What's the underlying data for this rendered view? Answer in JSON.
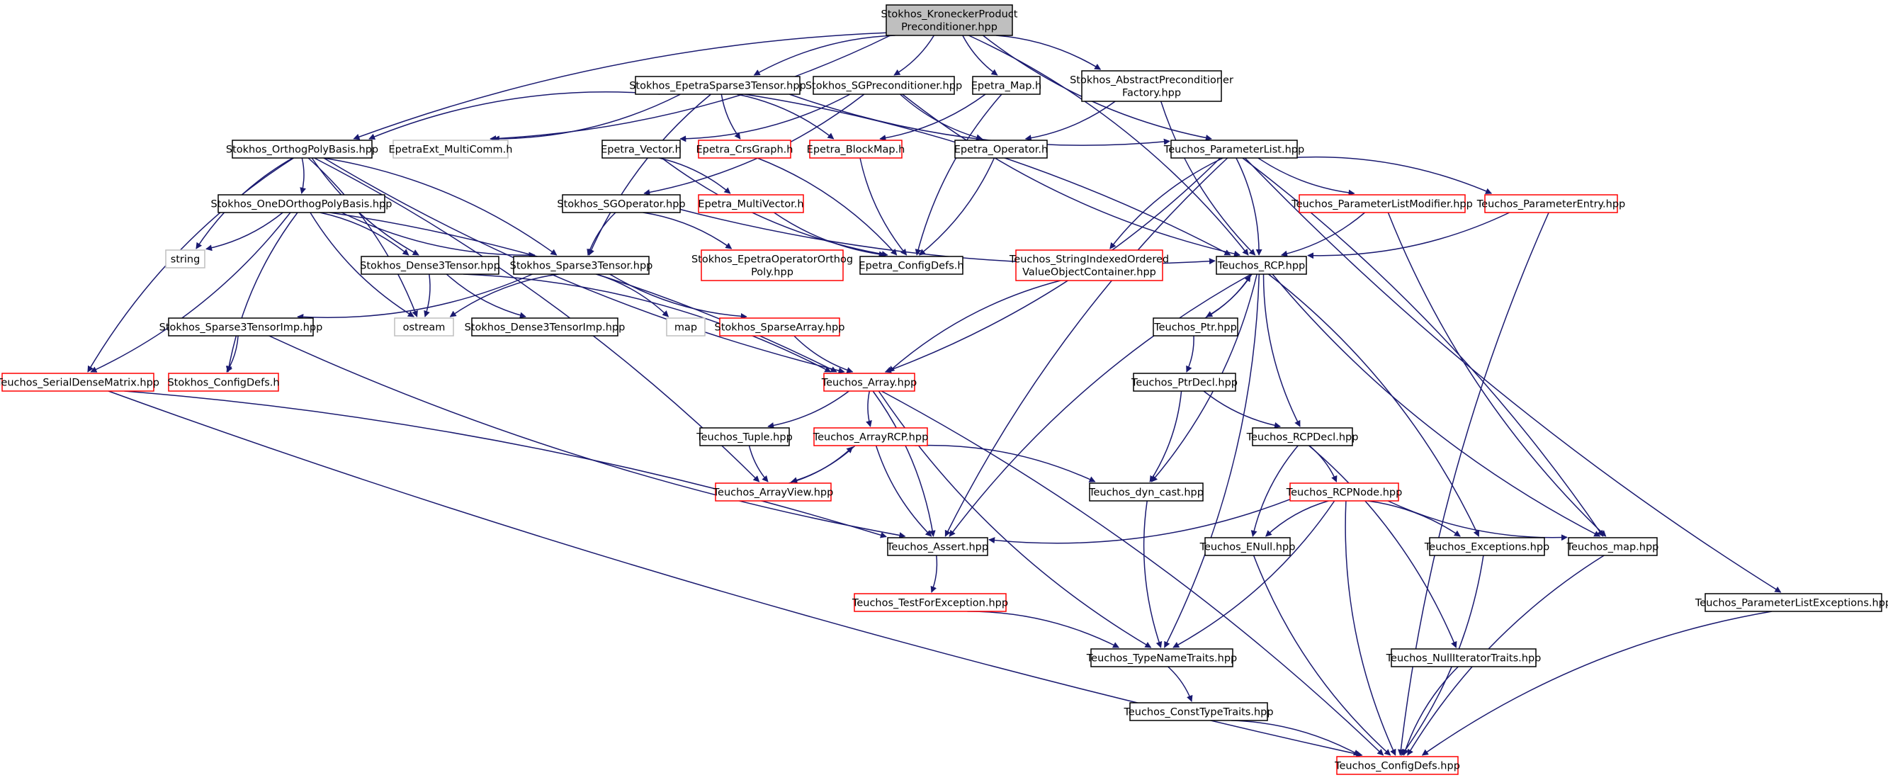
{
  "graph": {
    "root": "Stokhos_KroneckerProductPreconditioner.hpp",
    "nodes": [
      {
        "id": "root",
        "lines": [
          "Stokhos_KroneckerProduct",
          "Preconditioner.hpp"
        ],
        "style": "root"
      },
      {
        "id": "epetrasparse3",
        "lines": [
          "Stokhos_EpetraSparse3Tensor.hpp"
        ],
        "style": "black"
      },
      {
        "id": "sgprecond",
        "lines": [
          "Stokhos_SGPreconditioner.hpp"
        ],
        "style": "black"
      },
      {
        "id": "epetramap",
        "lines": [
          "Epetra_Map.h"
        ],
        "style": "black"
      },
      {
        "id": "abstractprecond",
        "lines": [
          "Stokhos_AbstractPreconditioner",
          "Factory.hpp"
        ],
        "style": "black"
      },
      {
        "id": "orthopoly",
        "lines": [
          "Stokhos_OrthogPolyBasis.hpp"
        ],
        "style": "black"
      },
      {
        "id": "multicomm",
        "lines": [
          "EpetraExt_MultiComm.h"
        ],
        "style": "gray"
      },
      {
        "id": "epetravector",
        "lines": [
          "Epetra_Vector.h"
        ],
        "style": "black"
      },
      {
        "id": "crsgraph",
        "lines": [
          "Epetra_CrsGraph.h"
        ],
        "style": "red"
      },
      {
        "id": "blockmap",
        "lines": [
          "Epetra_BlockMap.h"
        ],
        "style": "red"
      },
      {
        "id": "epetraop",
        "lines": [
          "Epetra_Operator.h"
        ],
        "style": "black"
      },
      {
        "id": "paramlist",
        "lines": [
          "Teuchos_ParameterList.hpp"
        ],
        "style": "black"
      },
      {
        "id": "oned",
        "lines": [
          "Stokhos_OneDOrthogPolyBasis.hpp"
        ],
        "style": "black"
      },
      {
        "id": "sgoperator",
        "lines": [
          "Stokhos_SGOperator.hpp"
        ],
        "style": "black"
      },
      {
        "id": "multivector",
        "lines": [
          "Epetra_MultiVector.h"
        ],
        "style": "red"
      },
      {
        "id": "plmodifier",
        "lines": [
          "Teuchos_ParameterListModifier.hpp"
        ],
        "style": "red"
      },
      {
        "id": "paramentry",
        "lines": [
          "Teuchos_ParameterEntry.hpp"
        ],
        "style": "red"
      },
      {
        "id": "string",
        "lines": [
          "string"
        ],
        "style": "gray"
      },
      {
        "id": "dense3",
        "lines": [
          "Stokhos_Dense3Tensor.hpp"
        ],
        "style": "black"
      },
      {
        "id": "sparse3",
        "lines": [
          "Stokhos_Sparse3Tensor.hpp"
        ],
        "style": "black"
      },
      {
        "id": "epetraopop",
        "lines": [
          "Stokhos_EpetraOperatorOrthog",
          "Poly.hpp"
        ],
        "style": "red"
      },
      {
        "id": "configdefs_e",
        "lines": [
          "Epetra_ConfigDefs.h"
        ],
        "style": "black"
      },
      {
        "id": "stringidx",
        "lines": [
          "Teuchos_StringIndexedOrdered",
          "ValueObjectContainer.hpp"
        ],
        "style": "red"
      },
      {
        "id": "rcp",
        "lines": [
          "Teuchos_RCP.hpp"
        ],
        "style": "black"
      },
      {
        "id": "ostream",
        "lines": [
          "ostream"
        ],
        "style": "gray"
      },
      {
        "id": "dense3imp",
        "lines": [
          "Stokhos_Dense3TensorImp.hpp"
        ],
        "style": "black"
      },
      {
        "id": "map",
        "lines": [
          "map"
        ],
        "style": "gray"
      },
      {
        "id": "sparsearray",
        "lines": [
          "Stokhos_SparseArray.hpp"
        ],
        "style": "red"
      },
      {
        "id": "ptr",
        "lines": [
          "Teuchos_Ptr.hpp"
        ],
        "style": "black"
      },
      {
        "id": "sparse3imp",
        "lines": [
          "Stokhos_Sparse3TensorImp.hpp"
        ],
        "style": "black"
      },
      {
        "id": "serialdense",
        "lines": [
          "Teuchos_SerialDenseMatrix.hpp"
        ],
        "style": "red"
      },
      {
        "id": "configdefs_s",
        "lines": [
          "Stokhos_ConfigDefs.h"
        ],
        "style": "red"
      },
      {
        "id": "array",
        "lines": [
          "Teuchos_Array.hpp"
        ],
        "style": "red"
      },
      {
        "id": "ptrdecl",
        "lines": [
          "Teuchos_PtrDecl.hpp"
        ],
        "style": "black"
      },
      {
        "id": "tuple",
        "lines": [
          "Teuchos_Tuple.hpp"
        ],
        "style": "black"
      },
      {
        "id": "arrayrcp",
        "lines": [
          "Teuchos_ArrayRCP.hpp"
        ],
        "style": "red"
      },
      {
        "id": "rcpdecl",
        "lines": [
          "Teuchos_RCPDecl.hpp"
        ],
        "style": "black"
      },
      {
        "id": "arrayview",
        "lines": [
          "Teuchos_ArrayView.hpp"
        ],
        "style": "red"
      },
      {
        "id": "dyncast",
        "lines": [
          "Teuchos_dyn_cast.hpp"
        ],
        "style": "black"
      },
      {
        "id": "rcpnode",
        "lines": [
          "Teuchos_RCPNode.hpp"
        ],
        "style": "red"
      },
      {
        "id": "assert",
        "lines": [
          "Teuchos_Assert.hpp"
        ],
        "style": "black"
      },
      {
        "id": "enull",
        "lines": [
          "Teuchos_ENull.hpp"
        ],
        "style": "black"
      },
      {
        "id": "exceptions",
        "lines": [
          "Teuchos_Exceptions.hpp"
        ],
        "style": "black"
      },
      {
        "id": "tmap",
        "lines": [
          "Teuchos_map.hpp"
        ],
        "style": "black"
      },
      {
        "id": "testforexc",
        "lines": [
          "Teuchos_TestForException.hpp"
        ],
        "style": "red"
      },
      {
        "id": "plexceptions",
        "lines": [
          "Teuchos_ParameterListExceptions.hpp"
        ],
        "style": "black"
      },
      {
        "id": "typename",
        "lines": [
          "Teuchos_TypeNameTraits.hpp"
        ],
        "style": "black"
      },
      {
        "id": "nulliter",
        "lines": [
          "Teuchos_NullIteratorTraits.hpp"
        ],
        "style": "black"
      },
      {
        "id": "consttype",
        "lines": [
          "Teuchos_ConstTypeTraits.hpp"
        ],
        "style": "black"
      },
      {
        "id": "configdefs_t",
        "lines": [
          "Teuchos_ConfigDefs.hpp"
        ],
        "style": "red"
      }
    ],
    "edges": [
      [
        "root",
        "orthopoly"
      ],
      [
        "root",
        "multicomm"
      ],
      [
        "root",
        "epetrasparse3"
      ],
      [
        "root",
        "sgprecond"
      ],
      [
        "root",
        "epetramap"
      ],
      [
        "root",
        "abstractprecond"
      ],
      [
        "root",
        "paramlist"
      ],
      [
        "root",
        "rcp"
      ],
      [
        "epetrasparse3",
        "orthopoly"
      ],
      [
        "epetrasparse3",
        "multicomm"
      ],
      [
        "epetrasparse3",
        "crsgraph"
      ],
      [
        "epetrasparse3",
        "blockmap"
      ],
      [
        "epetrasparse3",
        "sparse3"
      ],
      [
        "epetrasparse3",
        "rcp"
      ],
      [
        "epetrasparse3",
        "paramlist"
      ],
      [
        "sgprecond",
        "epetravector"
      ],
      [
        "sgprecond",
        "epetraop"
      ],
      [
        "sgprecond",
        "sgoperator"
      ],
      [
        "sgprecond",
        "rcp"
      ],
      [
        "epetramap",
        "blockmap"
      ],
      [
        "epetramap",
        "configdefs_e"
      ],
      [
        "abstractprecond",
        "epetraop"
      ],
      [
        "abstractprecond",
        "rcp"
      ],
      [
        "orthopoly",
        "oned"
      ],
      [
        "orthopoly",
        "string"
      ],
      [
        "orthopoly",
        "ostream"
      ],
      [
        "orthopoly",
        "dense3"
      ],
      [
        "orthopoly",
        "sparse3"
      ],
      [
        "orthopoly",
        "serialdense"
      ],
      [
        "orthopoly",
        "arrayview"
      ],
      [
        "orthopoly",
        "array"
      ],
      [
        "epetravector",
        "multivector"
      ],
      [
        "epetravector",
        "configdefs_e"
      ],
      [
        "crsgraph",
        "configdefs_e"
      ],
      [
        "blockmap",
        "configdefs_e"
      ],
      [
        "epetraop",
        "configdefs_e"
      ],
      [
        "multivector",
        "configdefs_e"
      ],
      [
        "paramlist",
        "rcp"
      ],
      [
        "paramlist",
        "plmodifier"
      ],
      [
        "paramlist",
        "paramentry"
      ],
      [
        "paramlist",
        "stringidx"
      ],
      [
        "paramlist",
        "array"
      ],
      [
        "paramlist",
        "assert"
      ],
      [
        "paramlist",
        "tmap"
      ],
      [
        "paramlist",
        "plexceptions"
      ],
      [
        "oned",
        "string"
      ],
      [
        "oned",
        "ostream"
      ],
      [
        "oned",
        "dense3"
      ],
      [
        "oned",
        "sparse3"
      ],
      [
        "oned",
        "serialdense"
      ],
      [
        "oned",
        "configdefs_s"
      ],
      [
        "oned",
        "array"
      ],
      [
        "sgoperator",
        "sparse3"
      ],
      [
        "sgoperator",
        "epetraopop"
      ],
      [
        "sgoperator",
        "rcp"
      ],
      [
        "plmodifier",
        "rcp"
      ],
      [
        "plmodifier",
        "tmap"
      ],
      [
        "paramentry",
        "rcp"
      ],
      [
        "paramentry",
        "configdefs_t"
      ],
      [
        "dense3",
        "ostream"
      ],
      [
        "dense3",
        "dense3imp"
      ],
      [
        "dense3",
        "array"
      ],
      [
        "sparse3",
        "ostream"
      ],
      [
        "sparse3",
        "map"
      ],
      [
        "sparse3",
        "sparsearray"
      ],
      [
        "sparse3",
        "sparse3imp"
      ],
      [
        "stringidx",
        "array"
      ],
      [
        "rcp",
        "ptr"
      ],
      [
        "rcp",
        "rcpdecl"
      ],
      [
        "rcp",
        "dyncast"
      ],
      [
        "rcp",
        "assert"
      ],
      [
        "rcp",
        "exceptions"
      ],
      [
        "rcp",
        "tmap"
      ],
      [
        "rcp",
        "typename"
      ],
      [
        "ptr",
        "rcp"
      ],
      [
        "ptr",
        "ptrdecl"
      ],
      [
        "sparsearray",
        "array"
      ],
      [
        "sparse3imp",
        "configdefs_s"
      ],
      [
        "sparse3imp",
        "assert"
      ],
      [
        "serialdense",
        "assert"
      ],
      [
        "serialdense",
        "configdefs_t"
      ],
      [
        "array",
        "tuple"
      ],
      [
        "array",
        "arrayrcp"
      ],
      [
        "array",
        "assert"
      ],
      [
        "array",
        "typename"
      ],
      [
        "array",
        "configdefs_t"
      ],
      [
        "ptrdecl",
        "rcpdecl"
      ],
      [
        "ptrdecl",
        "dyncast"
      ],
      [
        "tuple",
        "arrayview"
      ],
      [
        "arrayrcp",
        "arrayview"
      ],
      [
        "arrayrcp",
        "assert"
      ],
      [
        "arrayrcp",
        "dyncast"
      ],
      [
        "arrayview",
        "arrayrcp"
      ],
      [
        "rcpdecl",
        "rcpnode"
      ],
      [
        "rcpdecl",
        "enull"
      ],
      [
        "rcpdecl",
        "nulliter"
      ],
      [
        "dyncast",
        "typename"
      ],
      [
        "rcpnode",
        "assert"
      ],
      [
        "rcpnode",
        "enull"
      ],
      [
        "rcpnode",
        "exceptions"
      ],
      [
        "rcpnode",
        "tmap"
      ],
      [
        "rcpnode",
        "typename"
      ],
      [
        "rcpnode",
        "configdefs_t"
      ],
      [
        "assert",
        "testforexc"
      ],
      [
        "enull",
        "configdefs_t"
      ],
      [
        "exceptions",
        "configdefs_t"
      ],
      [
        "tmap",
        "configdefs_t"
      ],
      [
        "testforexc",
        "typename"
      ],
      [
        "plexceptions",
        "configdefs_t"
      ],
      [
        "typename",
        "consttype"
      ],
      [
        "nulliter",
        "configdefs_t"
      ],
      [
        "consttype",
        "configdefs_t"
      ]
    ]
  }
}
